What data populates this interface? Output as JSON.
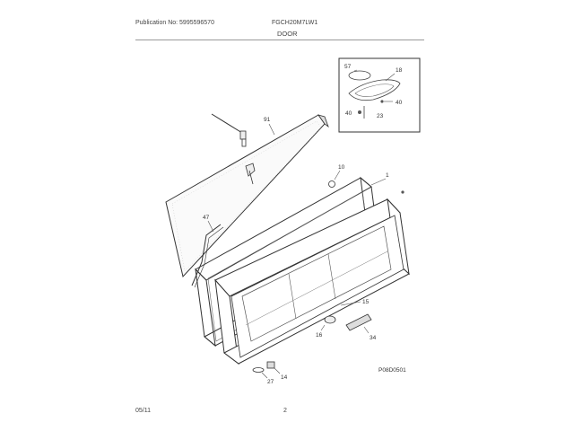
{
  "header": {
    "publication": "Publication No: 5995596570",
    "model": "FGCH20M7LW1",
    "section": "DOOR"
  },
  "footer": {
    "date": "05/11",
    "page": "2"
  },
  "diagram": {
    "figure_code": "P08D0501",
    "callouts": {
      "inset_57": "57",
      "inset_18": "18",
      "inset_40a": "40",
      "inset_40b": "40",
      "inset_23": "23",
      "c_91": "91",
      "c_10": "10",
      "c_1": "1",
      "c_47": "47",
      "c_15": "15",
      "c_16": "16",
      "c_34": "34",
      "c_14": "14",
      "c_27": "27"
    }
  }
}
